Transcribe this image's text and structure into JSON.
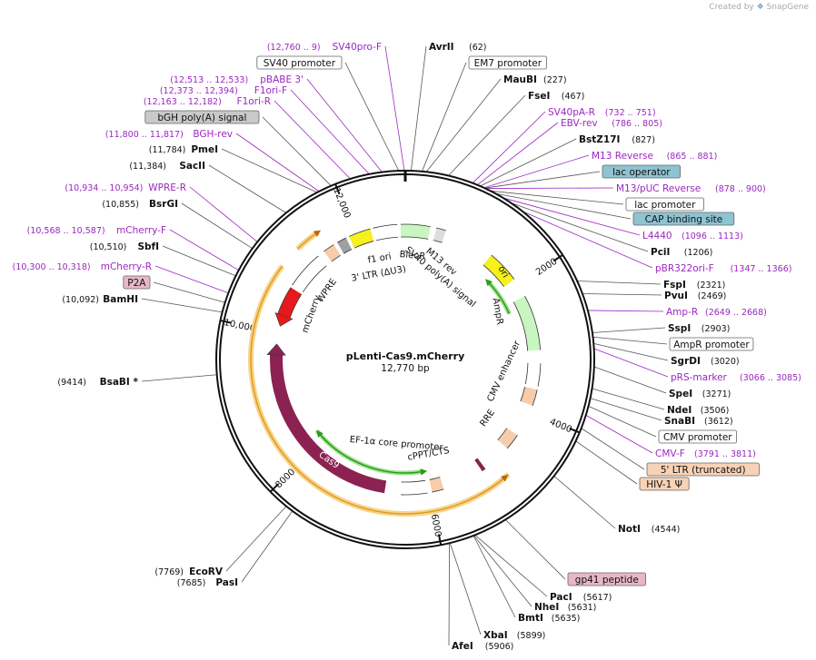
{
  "brand": {
    "created_by": "Created by",
    "app": "SnapGene"
  },
  "plasmid": {
    "name": "pLenti-Cas9.mCherry",
    "size": "12,770 bp"
  },
  "ticks": [
    "2000",
    "4000",
    "6000",
    "8000",
    "10,000",
    "12,000"
  ],
  "colors": {
    "purple": "#9b27c0",
    "black": "#111111",
    "orange": "#e39a1f",
    "green": "#2c9a1c",
    "cas9": "#8b2252",
    "mcherry": "#e8191b",
    "yellow": "#f5f01e",
    "ltr": "#f6ccaa",
    "grey_feat": "#9ea0a2"
  },
  "left_labels": [
    {
      "coord": "(12,760 .. 9)",
      "name": "SV40pro-F",
      "kind": "primer"
    },
    {
      "coord": "",
      "name": "SV40 promoter",
      "kind": "box"
    },
    {
      "coord": "(12,513 .. 12,533)",
      "name": "pBABE 3'",
      "kind": "primer"
    },
    {
      "coord": "(12,373 .. 12,394)",
      "name": "F1ori-F",
      "kind": "primer"
    },
    {
      "coord": "(12,163 .. 12,182)",
      "name": "F1ori-R",
      "kind": "primer"
    },
    {
      "coord": "",
      "name": "bGH poly(A) signal",
      "kind": "greybox"
    },
    {
      "coord": "(11,800 .. 11,817)",
      "name": "BGH-rev",
      "kind": "primer"
    },
    {
      "coord": "(11,784)",
      "name": "PmeI",
      "kind": "site"
    },
    {
      "coord": "(11,384)",
      "name": "SacII",
      "kind": "site"
    },
    {
      "coord": "(10,934 .. 10,954)",
      "name": "WPRE-R",
      "kind": "primer"
    },
    {
      "coord": "(10,855)",
      "name": "BsrGI",
      "kind": "site"
    },
    {
      "coord": "(10,568 .. 10,587)",
      "name": "mCherry-F",
      "kind": "primer"
    },
    {
      "coord": "(10,510)",
      "name": "SbfI",
      "kind": "site"
    },
    {
      "coord": "(10,300 .. 10,318)",
      "name": "mCherry-R",
      "kind": "primer"
    },
    {
      "coord": "",
      "name": "P2A",
      "kind": "pinkbox"
    },
    {
      "coord": "(10,092)",
      "name": "BamHI",
      "kind": "site"
    },
    {
      "coord": "(9414)",
      "name": "BsaBI",
      "kind": "site",
      "suffix": "*"
    },
    {
      "coord": "(7769)",
      "name": "EcoRV",
      "kind": "site"
    },
    {
      "coord": "(7685)",
      "name": "PasI",
      "kind": "site"
    }
  ],
  "right_labels": [
    {
      "name": "AvrII",
      "coord": "(62)",
      "kind": "site"
    },
    {
      "name": "EM7 promoter",
      "coord": "",
      "kind": "box"
    },
    {
      "name": "MauBI",
      "coord": "(227)",
      "kind": "site"
    },
    {
      "name": "FseI",
      "coord": "(467)",
      "kind": "site"
    },
    {
      "name": "SV40pA-R",
      "coord": "(732 .. 751)",
      "kind": "primer"
    },
    {
      "name": "EBV-rev",
      "coord": "(786 .. 805)",
      "kind": "primer"
    },
    {
      "name": "BstZ17I",
      "coord": "(827)",
      "kind": "site"
    },
    {
      "name": "M13 Reverse",
      "coord": "(865 .. 881)",
      "kind": "primer"
    },
    {
      "name": "lac operator",
      "coord": "",
      "kind": "bluebox"
    },
    {
      "name": "M13/pUC Reverse",
      "coord": "(878 .. 900)",
      "kind": "primer"
    },
    {
      "name": "lac promoter",
      "coord": "",
      "kind": "box"
    },
    {
      "name": "CAP binding site",
      "coord": "",
      "kind": "bluebox"
    },
    {
      "name": "L4440",
      "coord": "(1096 .. 1113)",
      "kind": "primer"
    },
    {
      "name": "PciI",
      "coord": "(1206)",
      "kind": "site"
    },
    {
      "name": "pBR322ori-F",
      "coord": "(1347 .. 1366)",
      "kind": "primer"
    },
    {
      "name": "FspI",
      "coord": "(2321)",
      "kind": "site"
    },
    {
      "name": "PvuI",
      "coord": "(2469)",
      "kind": "site"
    },
    {
      "name": "Amp-R",
      "coord": "(2649 .. 2668)",
      "kind": "primer"
    },
    {
      "name": "SspI",
      "coord": "(2903)",
      "kind": "site"
    },
    {
      "name": "AmpR promoter",
      "coord": "",
      "kind": "box"
    },
    {
      "name": "SgrDI",
      "coord": "(3020)",
      "kind": "site"
    },
    {
      "name": "pRS-marker",
      "coord": "(3066 .. 3085)",
      "kind": "primer"
    },
    {
      "name": "SpeI",
      "coord": "(3271)",
      "kind": "site"
    },
    {
      "name": "NdeI",
      "coord": "(3506)",
      "kind": "site"
    },
    {
      "name": "SnaBI",
      "coord": "(3612)",
      "kind": "site"
    },
    {
      "name": "CMV promoter",
      "coord": "",
      "kind": "box"
    },
    {
      "name": "CMV-F",
      "coord": "(3791 .. 3811)",
      "kind": "primer"
    },
    {
      "name": "5' LTR (truncated)",
      "coord": "",
      "kind": "ltrbox"
    },
    {
      "name": "HIV-1 Ψ",
      "coord": "",
      "kind": "ltrbox"
    },
    {
      "name": "NotI",
      "coord": "(4544)",
      "kind": "site"
    },
    {
      "name": "gp41 peptide",
      "coord": "",
      "kind": "pinkbox"
    },
    {
      "name": "PacI",
      "coord": "(5617)",
      "kind": "site"
    },
    {
      "name": "NheI",
      "coord": "(5631)",
      "kind": "site"
    },
    {
      "name": "BmtI",
      "coord": "(5635)",
      "kind": "site"
    },
    {
      "name": "XbaI",
      "coord": "(5899)",
      "kind": "site"
    },
    {
      "name": "AfeI",
      "coord": "(5906)",
      "kind": "site"
    }
  ],
  "features": {
    "f1_ori": "f1 ori",
    "bleor": "BleoR",
    "ltr3": "3' LTR (ΔU3)",
    "m13_rev": "M13 rev",
    "sv40_polya": "SV40 poly(A) signal",
    "ori": "ori",
    "ampr": "AmpR",
    "cmv_enhancer": "CMV enhancer",
    "rre": "RRE",
    "cppt": "cPPT/CTS",
    "ef1a": "EF-1α core promoter",
    "cas9": "Cas9",
    "mcherry": "mCherry",
    "wpre": "WPRE"
  }
}
